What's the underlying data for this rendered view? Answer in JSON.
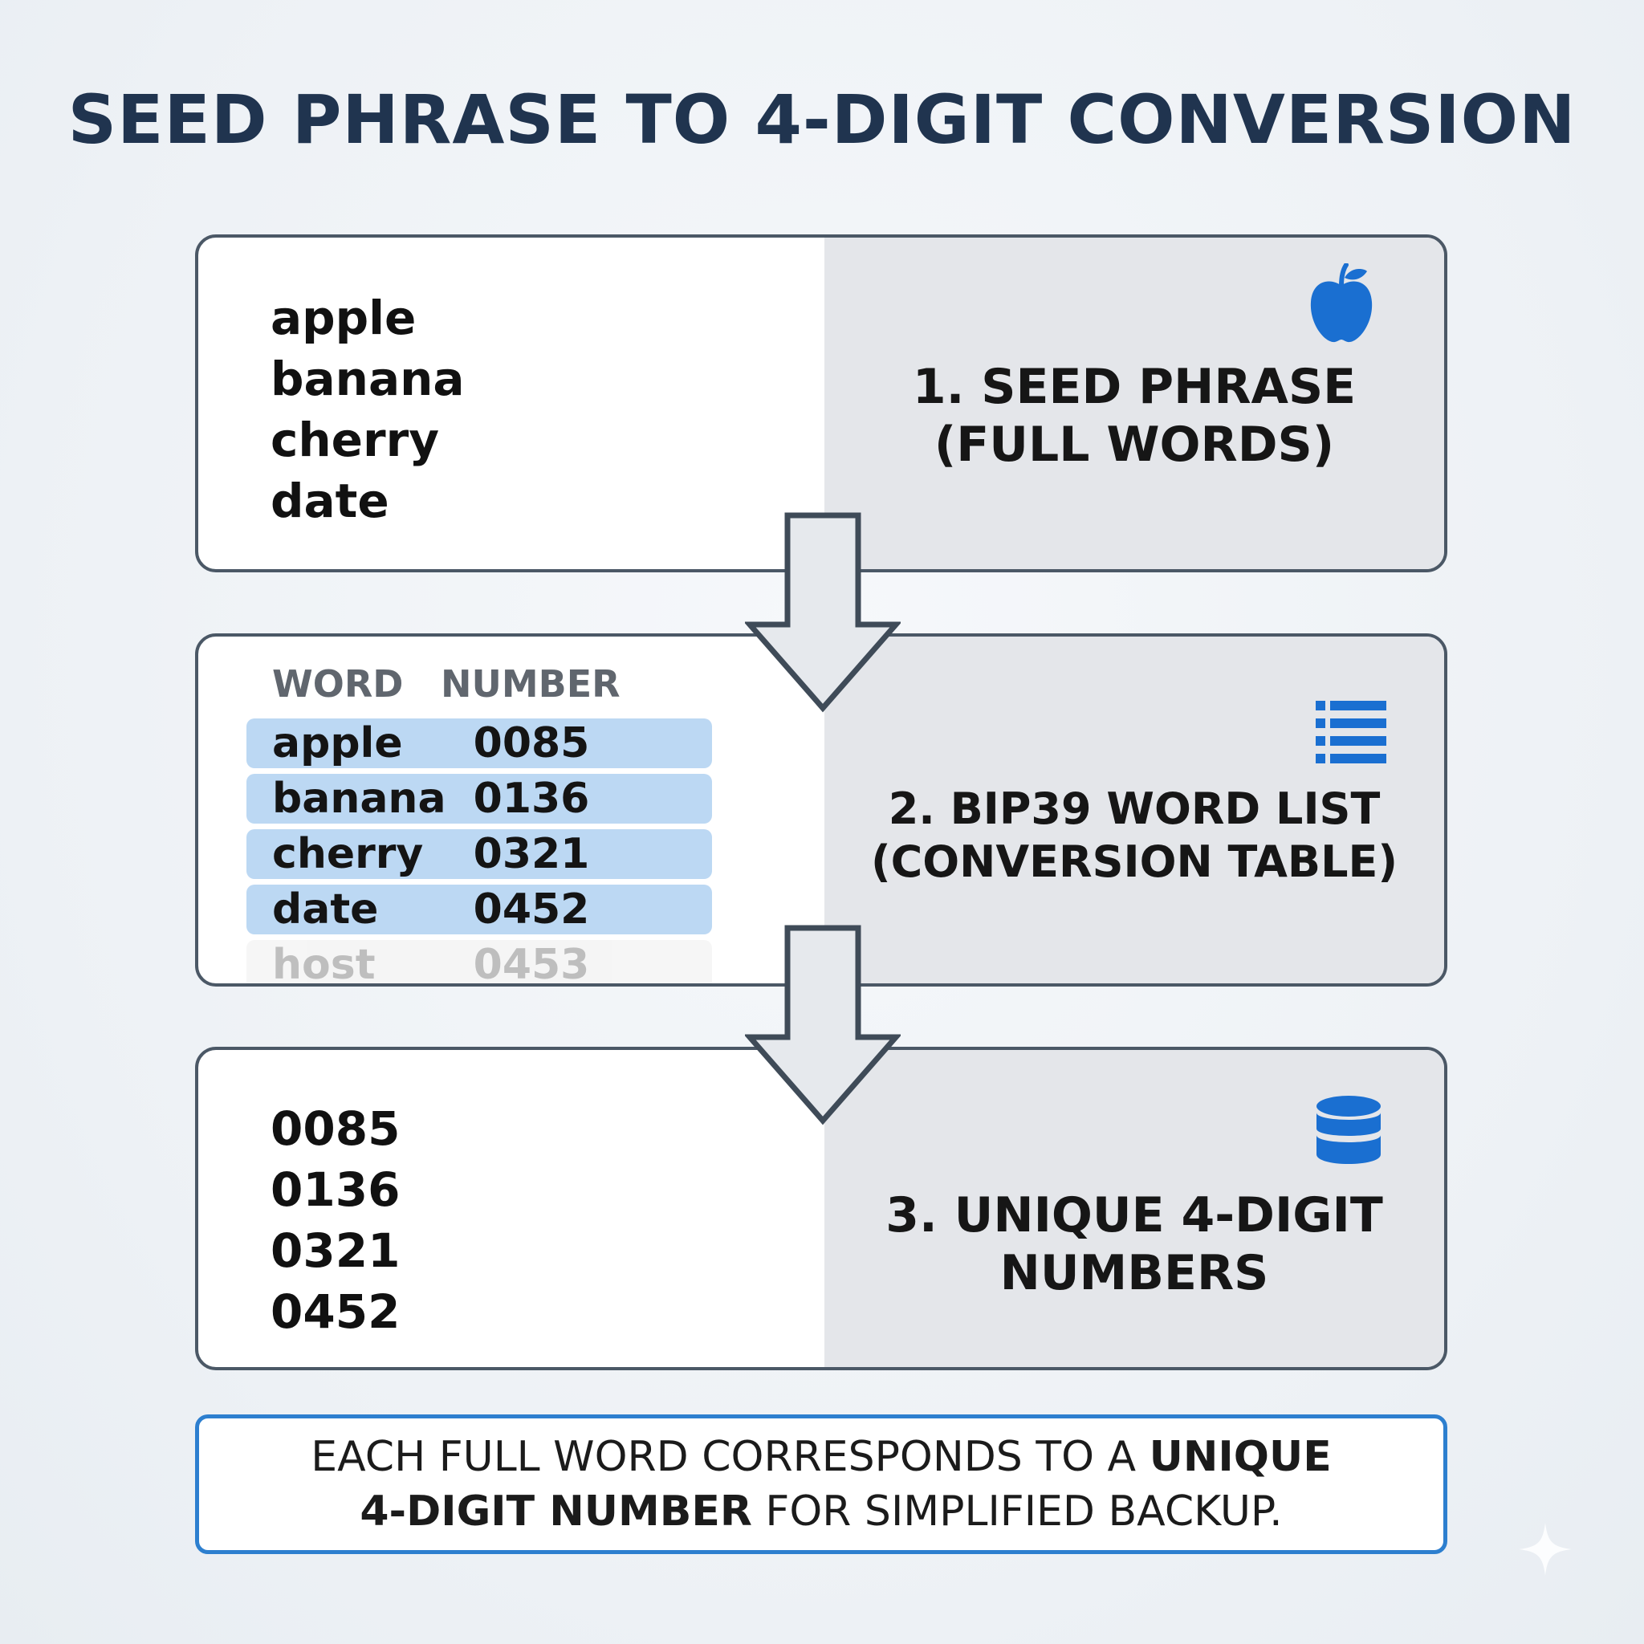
{
  "title": "SEED PHRASE TO 4-DIGIT CONVERSION",
  "step1": {
    "words": [
      "apple",
      "banana",
      "cherry",
      "date"
    ],
    "label_line1": "1. SEED PHRASE",
    "label_line2": "(FULL WORDS)",
    "icon": "apple-icon"
  },
  "step2": {
    "headers": {
      "word": "WORD",
      "number": "NUMBER"
    },
    "rows": [
      {
        "word": "apple",
        "number": "0085"
      },
      {
        "word": "banana",
        "number": "0136"
      },
      {
        "word": "cherry",
        "number": "0321"
      },
      {
        "word": "date",
        "number": "0452"
      },
      {
        "word": "host",
        "number": "0453"
      }
    ],
    "label_line1": "2. BIP39 WORD LIST",
    "label_line2": "(CONVERSION TABLE)",
    "icon": "list-icon"
  },
  "step3": {
    "numbers": [
      "0085",
      "0136",
      "0321",
      "0452"
    ],
    "label_line1": "3. UNIQUE 4-DIGIT",
    "label_line2": "NUMBERS",
    "icon": "database-icon"
  },
  "note": {
    "part1": "EACH FULL WORD CORRESPONDS TO A ",
    "bold1": "UNIQUE",
    "bold2": "4-DIGIT NUMBER",
    "part2": " FOR SIMPLIFIED BACKUP."
  },
  "colors": {
    "title": "#20344f",
    "accent_blue": "#1a6fd1",
    "highlight_row": "#bcd8f3",
    "panel_gray": "#e4e6ea",
    "border": "#4b5866",
    "note_border": "#2d7fcf"
  }
}
